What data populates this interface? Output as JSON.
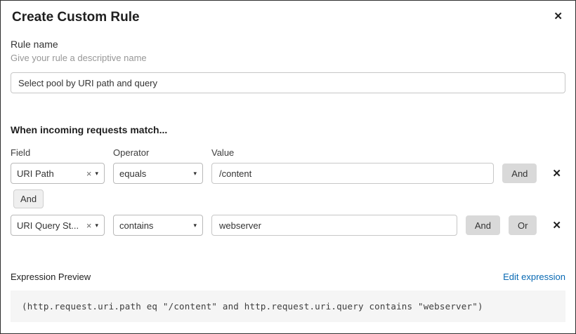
{
  "modal": {
    "title": "Create Custom Rule"
  },
  "icons": {
    "close": "✕",
    "clear": "×",
    "caret": "▾",
    "remove": "✕"
  },
  "rule_name": {
    "label": "Rule name",
    "hint": "Give your rule a descriptive name",
    "value": "Select pool by URI path and query"
  },
  "matcher": {
    "heading": "When incoming requests match...",
    "columns": {
      "field": "Field",
      "operator": "Operator",
      "value": "Value"
    },
    "connector_label": "And",
    "rows": [
      {
        "field": "URI Path",
        "operator": "equals",
        "value": "/content",
        "and_label": "And"
      },
      {
        "field": "URI Query St...",
        "operator": "contains",
        "value": "webserver",
        "and_label": "And",
        "or_label": "Or"
      }
    ]
  },
  "expression": {
    "label": "Expression Preview",
    "edit_link": "Edit expression",
    "preview": "(http.request.uri.path eq \"/content\" and http.request.uri.query contains \"webserver\")"
  },
  "colors": {
    "link": "#0869b3",
    "button_gray": "#d9d9d9",
    "code_background": "#f5f5f5"
  }
}
